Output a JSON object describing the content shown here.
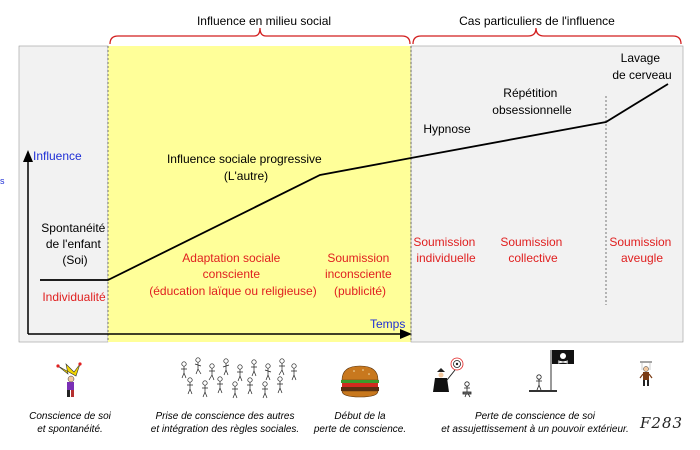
{
  "header": {
    "influence_social": "Influence en milieu social",
    "cas_particuliers": "Cas particuliers de l'influence"
  },
  "axes": {
    "y_label": "Influence",
    "x_label": "Temps",
    "stray_mark": "s"
  },
  "curve_labels": {
    "spontaneite": [
      "Spontanéité",
      "de l'enfant",
      "(Soi)"
    ],
    "progressive": [
      "Influence sociale progressive",
      "(L'autre)"
    ],
    "hypnose": "Hypnose",
    "repetition": [
      "Répétition",
      "obsessionnelle"
    ],
    "lavage": [
      "Lavage",
      "de cerveau"
    ]
  },
  "phases": {
    "individualite": "Individualité",
    "adaptation": [
      "Adaptation sociale",
      "consciente",
      "(éducation laïque ou religieuse)"
    ],
    "soumission_inconsciente": [
      "Soumission",
      "inconsciente",
      "(publicité)"
    ],
    "soumission_individuelle": [
      "Soumission",
      "individuelle"
    ],
    "soumission_collective": [
      "Soumission",
      "collective"
    ],
    "soumission_aveugle": [
      "Soumission",
      "aveugle"
    ]
  },
  "captions": {
    "soi": [
      "Conscience de soi",
      "et spontanéité."
    ],
    "regles": [
      "Prise de conscience des autres",
      "et intégration des règles sociales."
    ],
    "debut": [
      "Début de la",
      "perte de conscience."
    ],
    "perte": [
      "Perte de conscience de soi",
      "et assujettissement à un pouvoir extérieur."
    ]
  },
  "signature": "F283",
  "colors": {
    "panel_gray": "#f2f2f2",
    "panel_yellow": "#ffff99",
    "brace_red": "#d21f1f",
    "label_red": "#e02020",
    "axis_blue": "#1f2fd6",
    "curve": "#000000"
  },
  "icons": [
    "jester-icon",
    "crowd-icon",
    "burger-icon",
    "hypnotist-icon",
    "pirate-flag-icon",
    "puppet-icon"
  ]
}
